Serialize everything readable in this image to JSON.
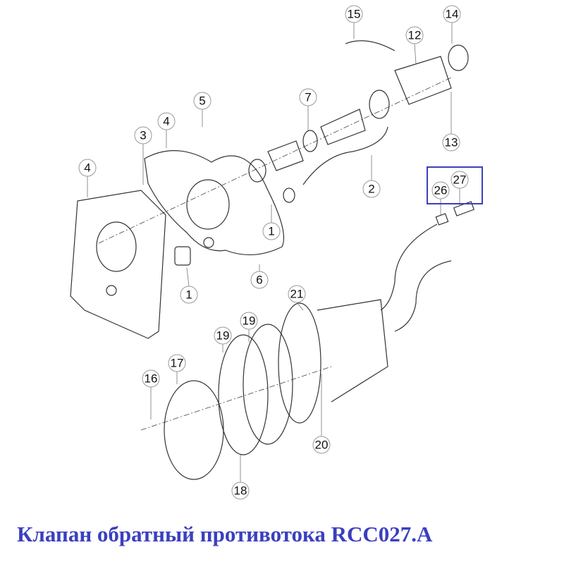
{
  "title": "Клапан обратный противотока RCC027.A",
  "accent_color": "#3a3fbf",
  "callouts": [
    "15",
    "14",
    "12",
    "5",
    "7",
    "3",
    "4",
    "13",
    "4",
    "2",
    "26",
    "27",
    "1",
    "6",
    "1",
    "21",
    "19",
    "19",
    "17",
    "16",
    "20",
    "18"
  ]
}
